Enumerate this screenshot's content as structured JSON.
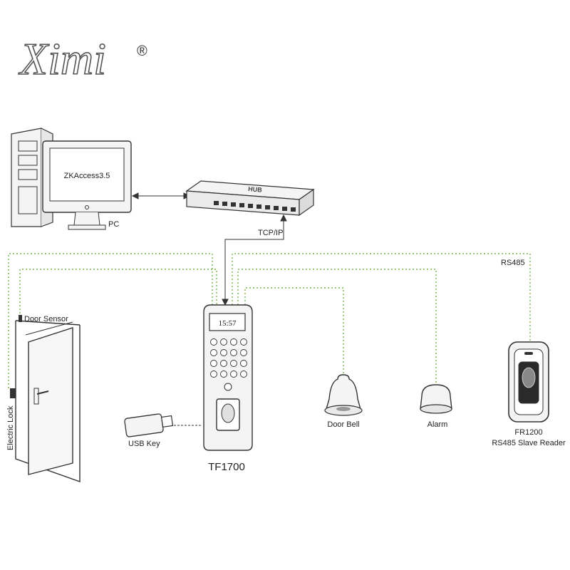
{
  "brand": {
    "name": "Ximi",
    "registered_mark": "®"
  },
  "pc": {
    "screen_text": "ZKAccess3.5",
    "label": "PC"
  },
  "hub": {
    "text": "HUB",
    "link_label": "TCP/IP"
  },
  "links": {
    "rs485_label": "RS485"
  },
  "door": {
    "sensor_label": "Door Sensor",
    "lock_label": "Electric Lock"
  },
  "terminal": {
    "display_time": "15:57",
    "model": "TF1700"
  },
  "usb": {
    "label": "USB Key"
  },
  "bell": {
    "label": "Door Bell"
  },
  "alarm": {
    "label": "Alarm"
  },
  "reader": {
    "model": "FR1200",
    "description": "RS485 Slave Reader"
  },
  "colors": {
    "wire": "#74b74a",
    "line": "#333333",
    "device_fill": "#f4f4f4",
    "text": "#222222"
  }
}
